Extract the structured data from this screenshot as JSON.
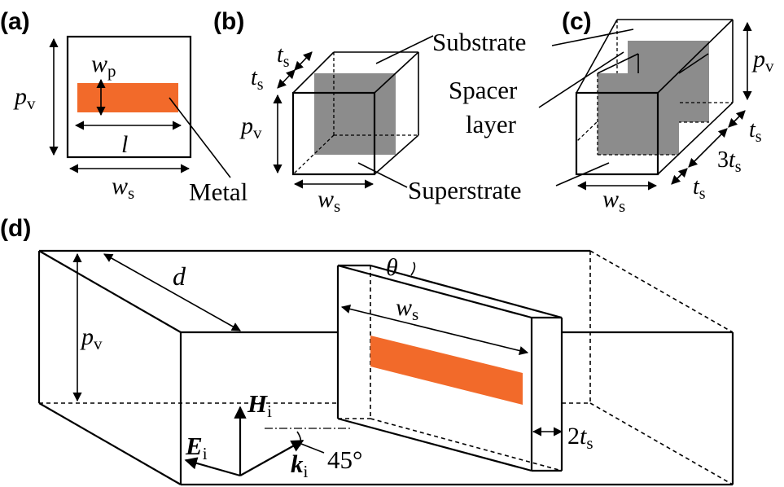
{
  "colors": {
    "metal": "#f26a2a",
    "gray_patch": "#8c8c8c",
    "line": "#000000"
  },
  "panels": {
    "a": {
      "label": "(a)"
    },
    "b": {
      "label": "(b)"
    },
    "c": {
      "label": "(c)"
    },
    "d": {
      "label": "(d)"
    }
  },
  "symbols": {
    "p": "p",
    "v": "v",
    "w": "w",
    "s": "s",
    "pp": "p",
    "l": "l",
    "t": "t",
    "three": "3",
    "two": "2",
    "d": "d",
    "theta": "θ",
    "H": "H",
    "E": "E",
    "k": "k",
    "i": "i",
    "angle": "45°"
  },
  "text_labels": {
    "metal": "Metal",
    "substrate": "Substrate",
    "spacer_line1": "Spacer",
    "spacer_line2": "layer",
    "superstrate": "Superstrate"
  }
}
